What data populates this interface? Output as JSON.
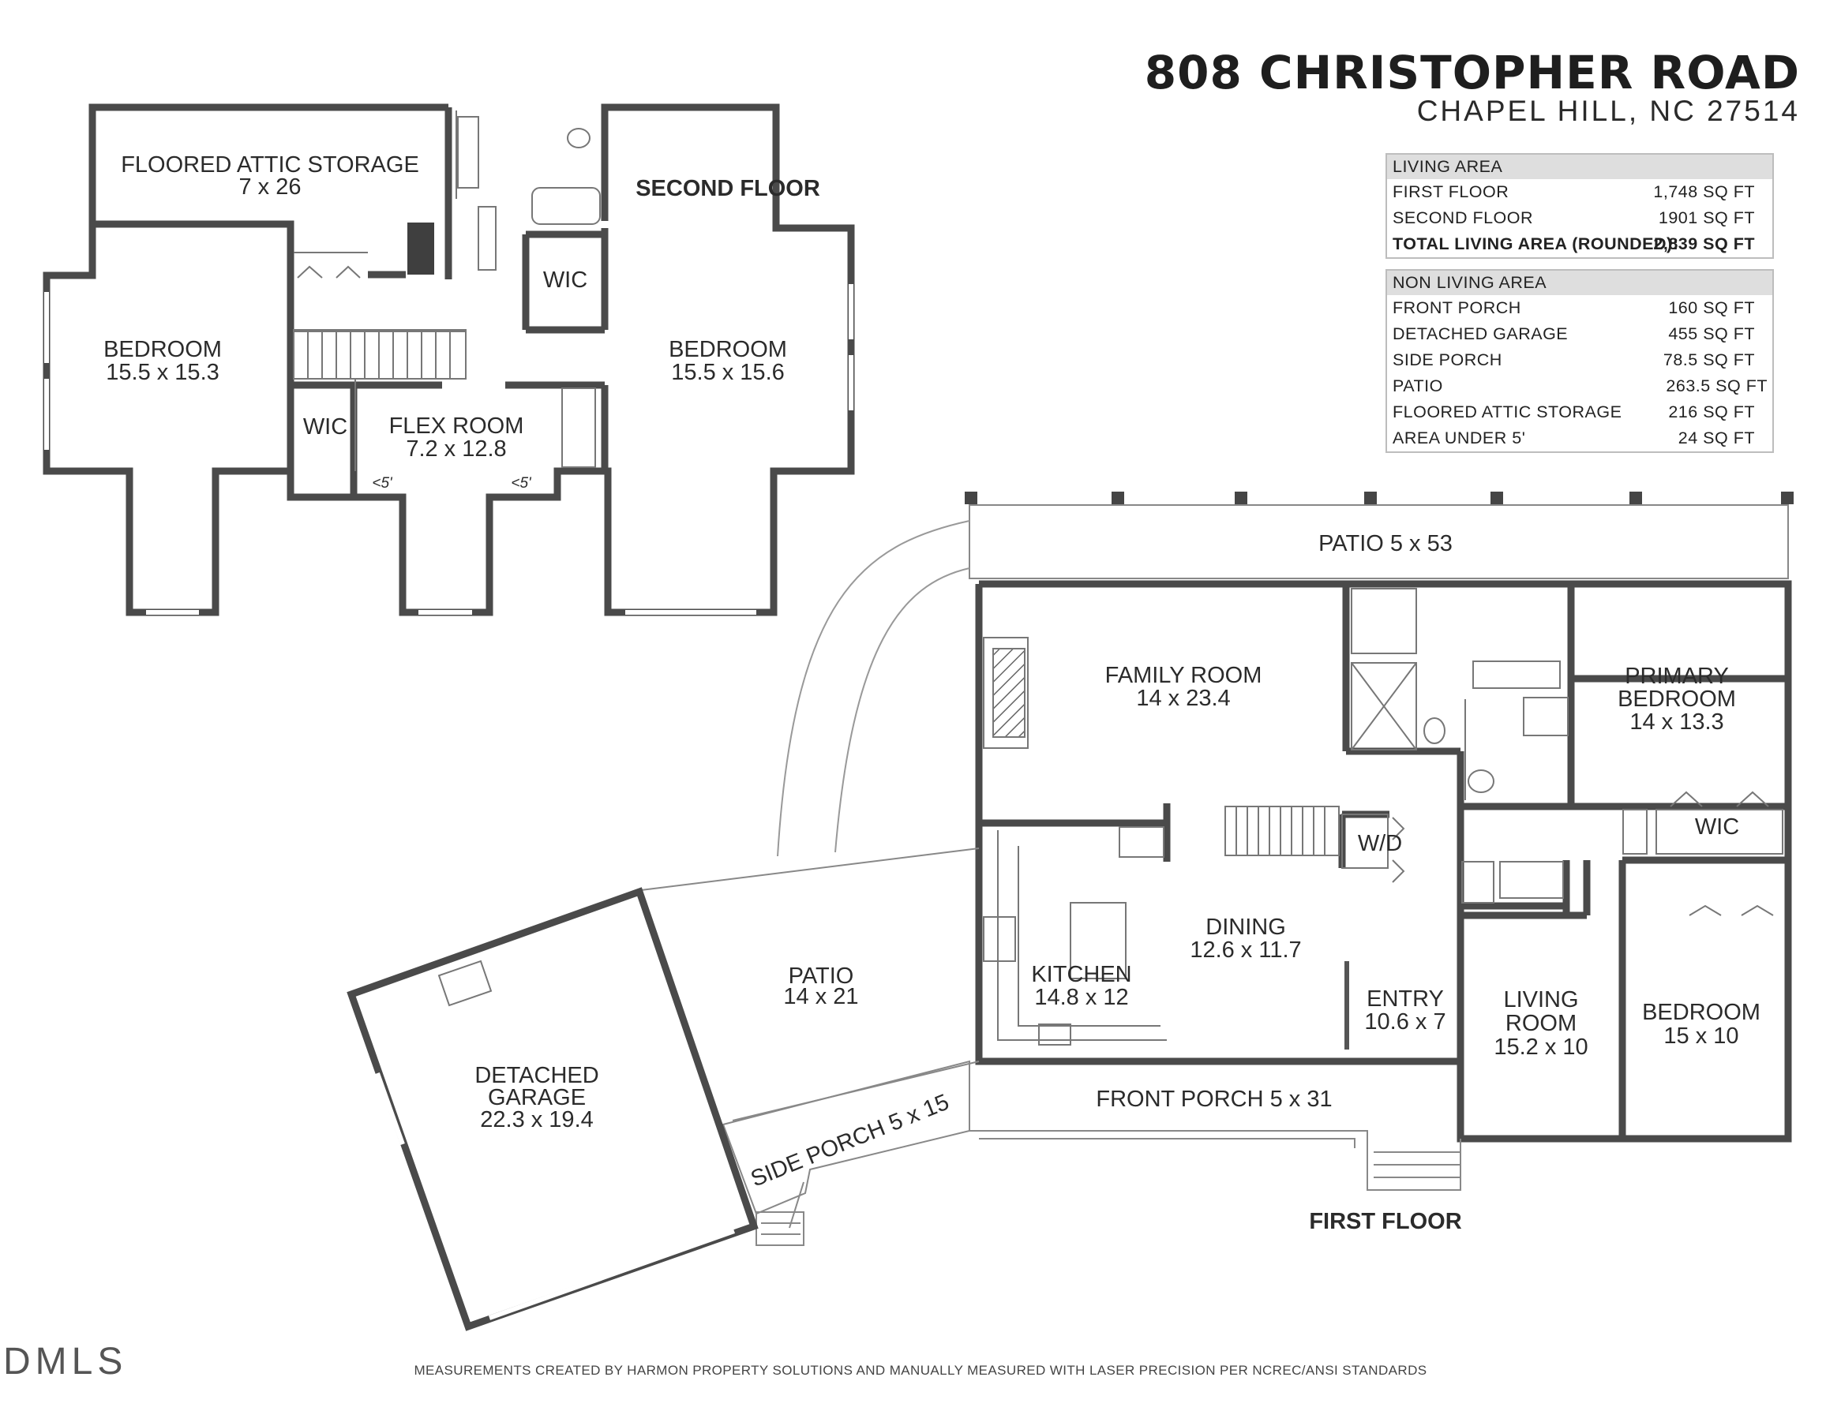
{
  "header": {
    "address": "808 CHRISTOPHER ROAD",
    "city": "CHAPEL HILL, NC 27514"
  },
  "living_area": {
    "heading": "LIVING AREA",
    "rows": [
      {
        "label": "FIRST FLOOR",
        "value": "1,748 SQ FT"
      },
      {
        "label": "SECOND FLOOR",
        "value": "1901 SQ FT"
      },
      {
        "label": "TOTAL LIVING AREA (ROUNDED):",
        "value": "2,839 SQ FT"
      }
    ]
  },
  "non_living_area": {
    "heading": "NON LIVING AREA",
    "rows": [
      {
        "label": "FRONT PORCH",
        "value": "160 SQ FT"
      },
      {
        "label": "DETACHED GARAGE",
        "value": "455 SQ FT"
      },
      {
        "label": "SIDE PORCH",
        "value": "78.5 SQ FT"
      },
      {
        "label": "PATIO",
        "value": "263.5 SQ FT"
      },
      {
        "label": "FLOORED ATTIC STORAGE",
        "value": "216 SQ FT"
      },
      {
        "label": "AREA UNDER 5'",
        "value": "24 SQ FT"
      }
    ]
  },
  "floors": {
    "second": "SECOND FLOOR",
    "first": "FIRST FLOOR"
  },
  "rooms": {
    "attic": {
      "name": "FLOORED ATTIC STORAGE",
      "dims": "7 x 26"
    },
    "bed_left": {
      "name": "BEDROOM",
      "dims": "15.5 x 15.3"
    },
    "bed_right": {
      "name": "BEDROOM",
      "dims": "15.5 x 15.6"
    },
    "wic_upper": "WIC",
    "wic_left": "WIC",
    "flex": {
      "name": "FLEX ROOM",
      "dims": "7.2 x 12.8"
    },
    "under5_a": "<5'",
    "under5_b": "<5'",
    "patio_top": "PATIO  5 x 53",
    "family": {
      "name": "FAMILY ROOM",
      "dims": "14 x 23.4"
    },
    "primary": {
      "name1": "PRIMARY",
      "name2": "BEDROOM",
      "dims": "14 x 13.3"
    },
    "wic_primary": "WIC",
    "wd": "W/D",
    "dining": {
      "name": "DINING",
      "dims": "12.6 x 11.7"
    },
    "kitchen": {
      "name": "KITCHEN",
      "dims": "14.8 x 12"
    },
    "entry": {
      "name": "ENTRY",
      "dims": "10.6 x 7"
    },
    "living": {
      "name1": "LIVING",
      "name2": "ROOM",
      "dims": "15.2 x 10"
    },
    "bed_first": {
      "name": "BEDROOM",
      "dims": "15 x 10"
    },
    "patio_side": {
      "name": "PATIO",
      "dims": "14 x 21"
    },
    "garage": {
      "name1": "DETACHED",
      "name2": "GARAGE",
      "dims": "22.3 x 19.4"
    },
    "front_porch": "FRONT PORCH  5 x 31",
    "side_porch": "SIDE PORCH 5 x 15"
  },
  "footer": "MEASUREMENTS CREATED BY HARMON PROPERTY SOLUTIONS AND MANUALLY MEASURED WITH LASER PRECISION PER NCREC/ANSI STANDARDS",
  "logo_text": "DMLS"
}
